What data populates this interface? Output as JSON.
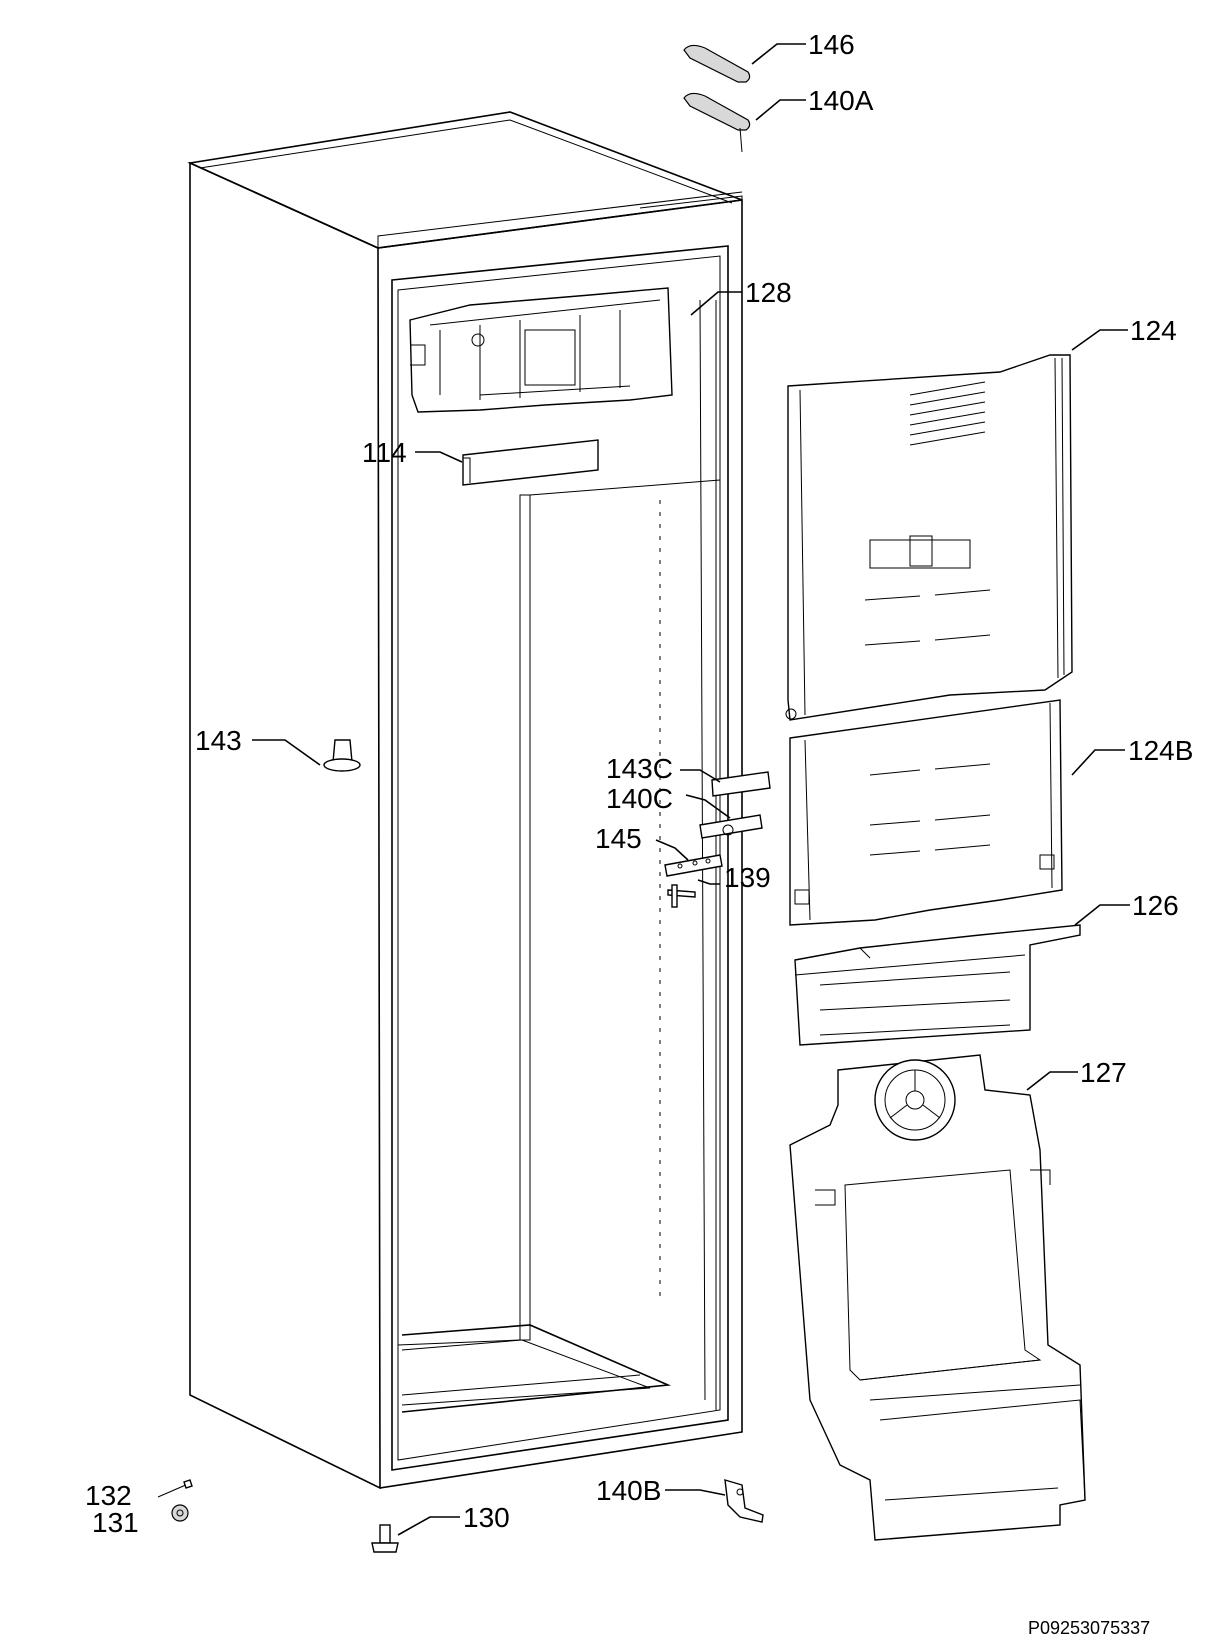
{
  "labels": {
    "p146": "146",
    "p140A": "140A",
    "p128": "128",
    "p124": "124",
    "p114": "114",
    "p143": "143",
    "p124B": "124B",
    "p143C": "143C",
    "p140C": "140C",
    "p145": "145",
    "p139": "139",
    "p126": "126",
    "p127": "127",
    "p132": "132",
    "p131": "131",
    "p140B": "140B",
    "p130": "130"
  },
  "drawing_code": "P09253075337"
}
